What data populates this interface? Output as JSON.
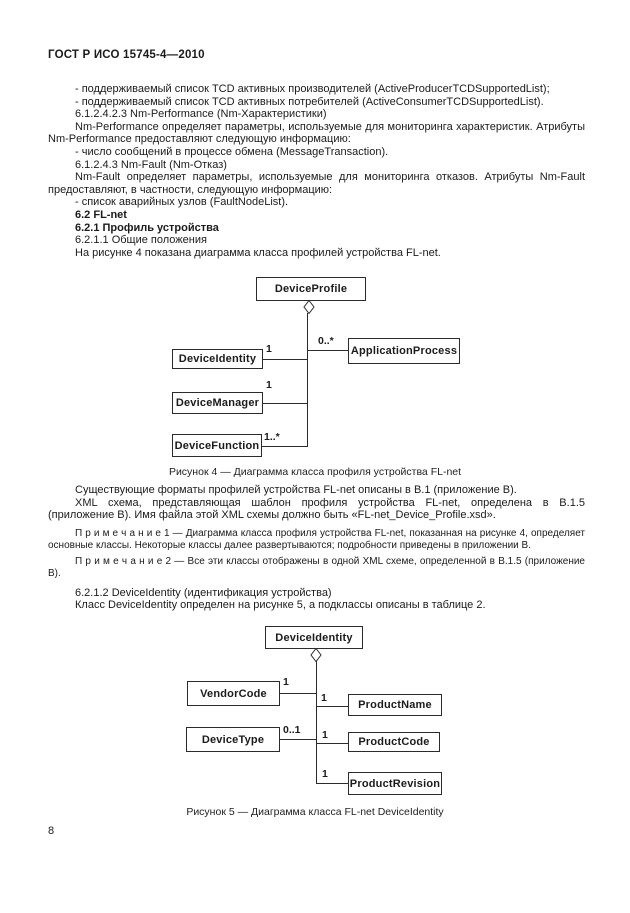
{
  "page": {
    "header": "ГОСТ Р ИСО 15745-4—2010",
    "page_number": "8"
  },
  "colors": {
    "background": "#ffffff",
    "text": "#1b1b1b",
    "diagram_line": "#2b2b2b"
  },
  "content": {
    "paragraphs": [
      {
        "text": "- поддерживаемый список TCD активных производителей (ActiveProducerTCDSupportedList);"
      },
      {
        "text": "- поддерживаемый список TCD активных потребителей (ActiveConsumerTCDSupportedList)."
      },
      {
        "text": "6.1.2.4.2.3 Nm-Performance (Nm-Характеристики)"
      },
      {
        "text": "Nm-Performance определяет параметры, используемые для мониторинга характеристик. Атрибуты Nm-Performance предоставляют следующую информацию:"
      },
      {
        "text": "- число сообщений в процессе обмена (MessageTransaction)."
      },
      {
        "text": "6.1.2.4.3 Nm-Fault (Nm-Отказ)"
      },
      {
        "text": "Nm-Fault определяет параметры, используемые для мониторинга отказов. Атрибуты Nm-Fault предоставляют, в частности, следующую информацию:"
      },
      {
        "text": "- список аварийных узлов (FaultNodeList)."
      },
      {
        "text": "6.2 FL-net"
      },
      {
        "text": "6.2.1 Профиль устройства"
      },
      {
        "text": "6.2.1.1 Общие положения"
      },
      {
        "text": "На рисунке 4 показана диаграмма класса профилей устройства FL-net."
      },
      {
        "text": "Существующие форматы профилей устройства FL-net описаны в В.1 (приложение В)."
      },
      {
        "text": "XML схема, представляющая шаблон профиля устройства FL-net, определена в В.1.5 (приложение В). Имя файла этой XML схемы должно быть «FL-net_Device_Profile.xsd»."
      },
      {
        "text": "П р и м е ч а н и е  1 — Диаграмма класса профиля устройства FL-net, показанная на рисунке 4, определяет основные классы. Некоторые классы далее развертываются; подробности приведены в приложении В."
      },
      {
        "text": "П р и м е ч а н и е  2 — Все эти классы отображены в одной XML схеме, определенной в  В.1.5 (приложение В)."
      },
      {
        "text": "6.2.1.2 DeviceIdentity (идентификация устройства)"
      },
      {
        "text": "Класс DeviceIdentity определен на рисунке 5, а подклассы описаны в таблице 2."
      }
    ]
  },
  "figure4": {
    "caption": "Рисунок 4 — Диаграмма класса профиля устройства FL-net",
    "root": "DeviceProfile",
    "children": [
      {
        "label": "DeviceIdentity",
        "multiplicity": "1"
      },
      {
        "label": "DeviceManager",
        "multiplicity": "1"
      },
      {
        "label": "DeviceFunction",
        "multiplicity": "1..*"
      },
      {
        "label": "ApplicationProcess",
        "multiplicity": "0..*"
      }
    ]
  },
  "figure5": {
    "caption": "Рисунок 5 — Диаграмма класса FL-net DeviceIdentity",
    "root": "DeviceIdentity",
    "children": [
      {
        "label": "VendorCode",
        "multiplicity": "1"
      },
      {
        "label": "DeviceType",
        "multiplicity": "0..1"
      },
      {
        "label": "ProductName",
        "multiplicity": "1"
      },
      {
        "label": "ProductCode",
        "multiplicity": "1"
      },
      {
        "label": "ProductRevision",
        "multiplicity": "1"
      }
    ]
  }
}
